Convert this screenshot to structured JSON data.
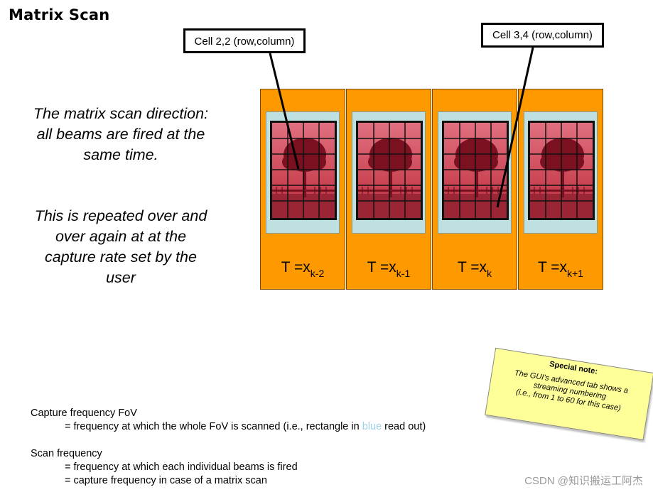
{
  "title": "Matrix Scan",
  "description": {
    "para1": "The matrix scan direction: all beams are fired at the same time.",
    "para2": "This is repeated over and over again at at the capture rate set by the user"
  },
  "callouts": {
    "cell_a": "Cell 2,2 (row,column)",
    "cell_b": "Cell 3,4 (row,column)"
  },
  "frames": [
    {
      "label_base": "T =x",
      "label_sub": "k-2"
    },
    {
      "label_base": "T =x",
      "label_sub": "k-1"
    },
    {
      "label_base": "T =x",
      "label_sub": "k"
    },
    {
      "label_base": "T =x",
      "label_sub": "k+1"
    }
  ],
  "note": {
    "heading": "Special note:",
    "line1_pre": "The GUI's",
    "line1_em": "advanced tab",
    "line1_post": "shows a streaming numbering",
    "line2": "(i.e., from 1 to 60 for this case)"
  },
  "footer": {
    "capture_title": "Capture frequency FoV",
    "capture_def_pre": "= frequency at which the whole FoV is scanned (i.e., rectangle in ",
    "capture_def_blue": "blue",
    "capture_def_post": " read out)",
    "scan_title": "Scan frequency",
    "scan_def1": "= frequency at which each individual beams is fired",
    "scan_def2": "= capture frequency in case of a matrix scan"
  },
  "watermark": "CSDN @知识搬运工阿杰",
  "colors": {
    "panel": "#ff9900",
    "frame_bg": "#bfe0e0",
    "photo_tint": "#c9404f",
    "note": "#ffff99",
    "blue_word": "#9fd0e8"
  }
}
